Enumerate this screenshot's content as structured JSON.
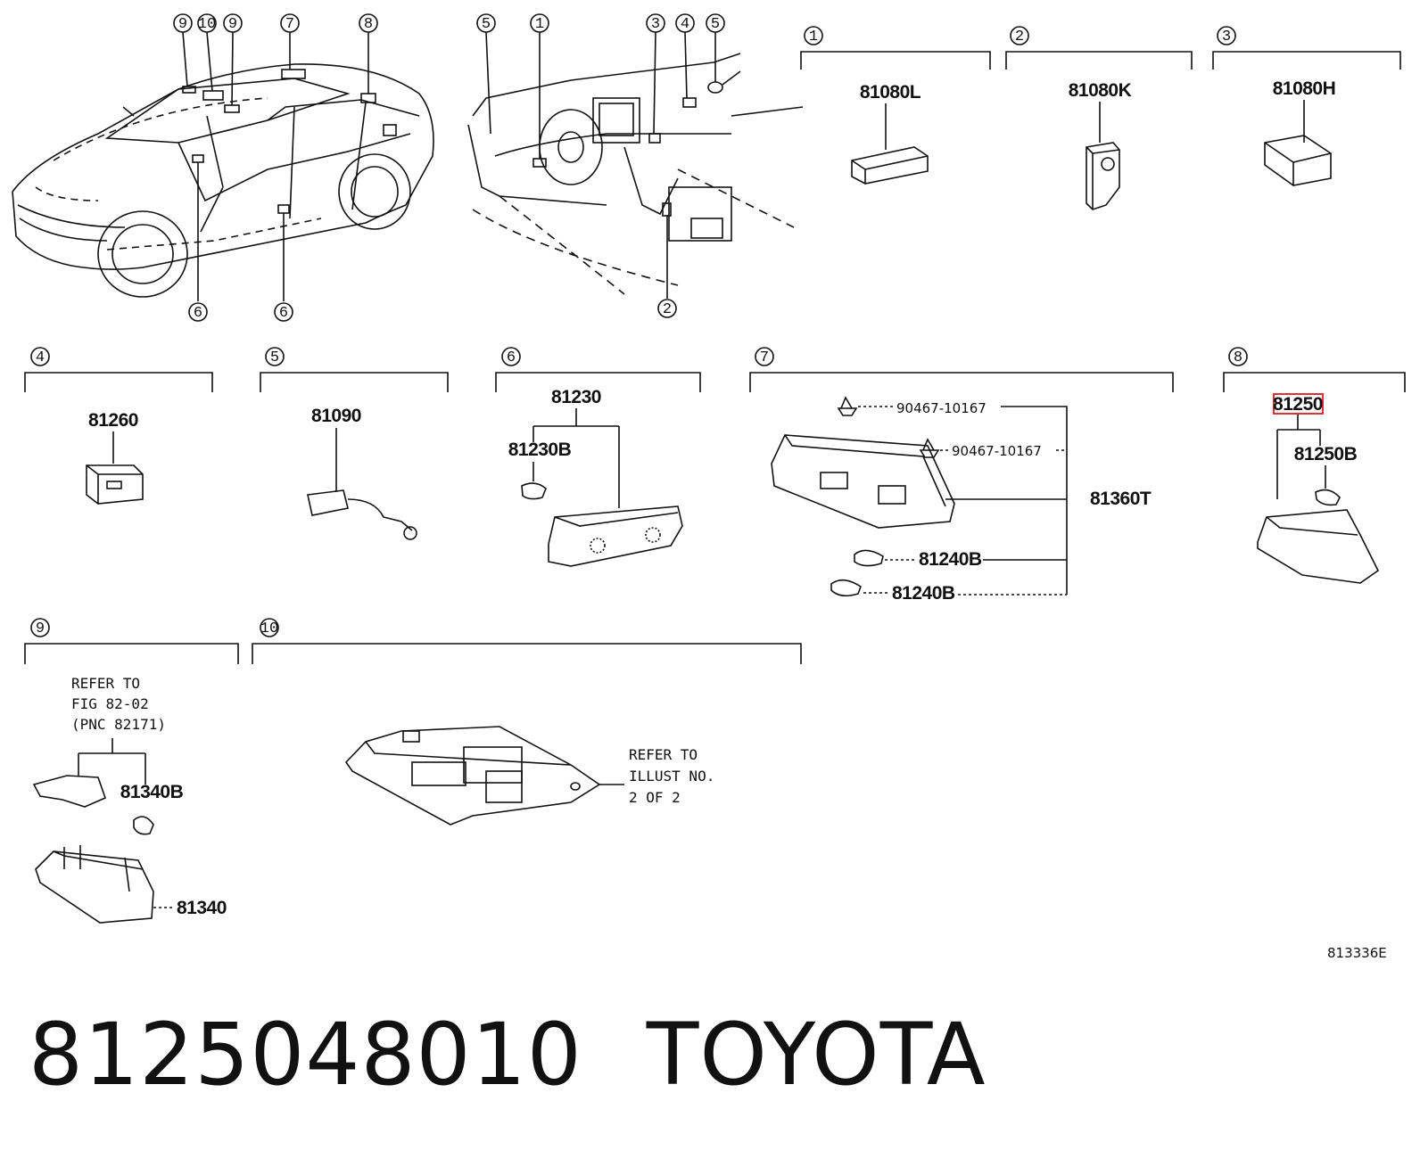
{
  "callouts": {
    "top_left": [
      "9",
      "10",
      "9",
      "7",
      "8"
    ],
    "top_mid": [
      "5",
      "1",
      "3",
      "4",
      "5"
    ],
    "bottom_car": [
      "6",
      "6"
    ],
    "bottom_dash": [
      "2"
    ]
  },
  "sections": [
    {
      "num": "1",
      "parts": [
        "81080L"
      ]
    },
    {
      "num": "2",
      "parts": [
        "81080K"
      ]
    },
    {
      "num": "3",
      "parts": [
        "81080H"
      ]
    },
    {
      "num": "4",
      "parts": [
        "81260"
      ]
    },
    {
      "num": "5",
      "parts": [
        "81090"
      ]
    },
    {
      "num": "6",
      "parts": [
        "81230",
        "81230B"
      ]
    },
    {
      "num": "7",
      "parts": [
        "90467-10167",
        "90467-10167",
        "81360T",
        "81240B",
        "81240B"
      ]
    },
    {
      "num": "8",
      "parts": [
        "81250",
        "81250B"
      ]
    },
    {
      "num": "9",
      "parts": [
        "81340B",
        "81340"
      ],
      "refer": [
        "REFER TO",
        "FIG 82-02",
        "(PNC 82171)"
      ]
    },
    {
      "num": "10",
      "parts": [],
      "refer": [
        "REFER TO",
        "ILLUST NO.",
        "2 OF 2"
      ]
    }
  ],
  "highlight_color": "#e0303a",
  "diagram_code": "813336E",
  "footer": {
    "part_number": "8125048010",
    "brand": "TOYOTA"
  }
}
